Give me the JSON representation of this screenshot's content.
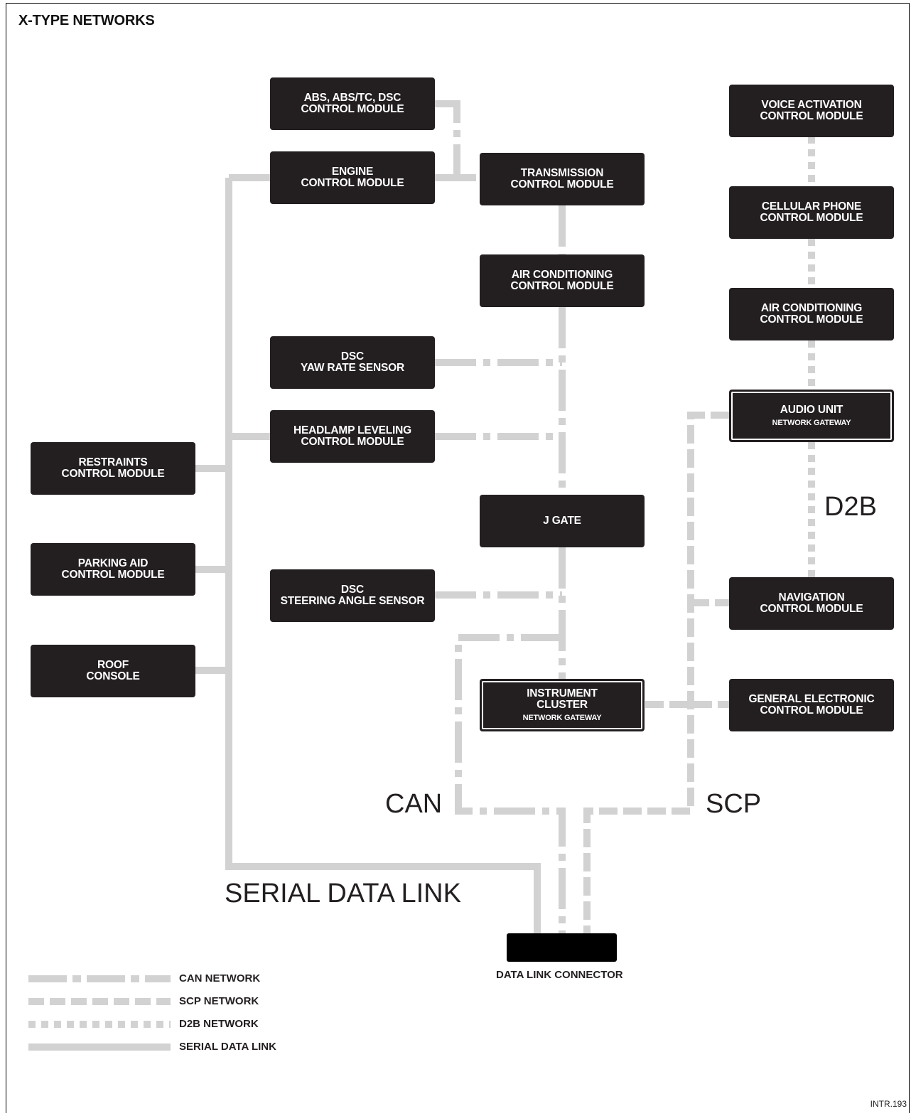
{
  "title": "X-TYPE NETWORKS",
  "colors": {
    "module_fill": "#231f20",
    "wire": "#d2d2d2"
  },
  "modules": {
    "abs": [
      "ABS, ABS/TC, DSC",
      "CONTROL MODULE"
    ],
    "engine": [
      "ENGINE",
      "CONTROL MODULE"
    ],
    "transmission": [
      "TRANSMISSION",
      "CONTROL MODULE"
    ],
    "ac_can": [
      "AIR CONDITIONING",
      "CONTROL MODULE"
    ],
    "yaw": [
      "DSC",
      "YAW RATE SENSOR"
    ],
    "headlamp": [
      "HEADLAMP LEVELING",
      "CONTROL MODULE"
    ],
    "restraints": [
      "RESTRAINTS",
      "CONTROL MODULE"
    ],
    "parking": [
      "PARKING AID",
      "CONTROL MODULE"
    ],
    "roof": [
      "ROOF",
      "CONSOLE"
    ],
    "jgate": [
      "J GATE"
    ],
    "steering": [
      "DSC",
      "STEERING ANGLE SENSOR"
    ],
    "cluster": [
      "INSTRUMENT",
      "CLUSTER",
      "NETWORK GATEWAY"
    ],
    "voice": [
      "VOICE ACTIVATION",
      "CONTROL MODULE"
    ],
    "cellular": [
      "CELLULAR PHONE",
      "CONTROL MODULE"
    ],
    "ac_d2b": [
      "AIR CONDITIONING",
      "CONTROL MODULE"
    ],
    "audio": [
      "AUDIO UNIT",
      "NETWORK GATEWAY"
    ],
    "navigation": [
      "NAVIGATION",
      "CONTROL MODULE"
    ],
    "gem": [
      "GENERAL ELECTRONIC",
      "CONTROL MODULE"
    ]
  },
  "network_labels": {
    "can": "CAN",
    "scp": "SCP",
    "d2b": "D2B",
    "serial": "SERIAL DATA LINK"
  },
  "connector_label": "DATA LINK CONNECTOR",
  "legend": [
    {
      "style": "can",
      "label": "CAN NETWORK"
    },
    {
      "style": "scp",
      "label": "SCP NETWORK"
    },
    {
      "style": "d2b",
      "label": "D2B NETWORK"
    },
    {
      "style": "serial",
      "label": "SERIAL DATA LINK"
    }
  ],
  "figure_id": "INTR.193"
}
